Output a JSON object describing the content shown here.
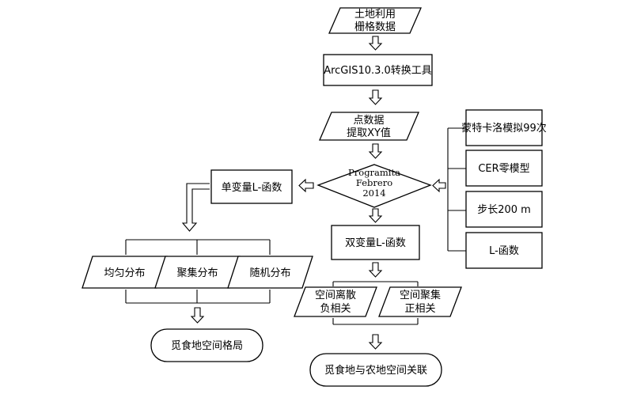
{
  "nodes": {
    "input_data": [
      "土地利用",
      "栅格数据"
    ],
    "tool": "ArcGIS10.3.0转换工具",
    "point_data": [
      "点数据",
      "提取XY值"
    ],
    "program": [
      "Programita",
      "Febrero",
      "2014"
    ],
    "univariate": "单变量L-函数",
    "bivariate": "双变量L-函数",
    "params": [
      "蒙特卡洛模拟99次",
      "CER零模型",
      "步长200 m",
      "L-函数"
    ],
    "dist_uniform": "均匀分布",
    "dist_cluster": "聚集分布",
    "dist_random": "随机分布",
    "neg_corr": [
      "空间离散",
      "负相关"
    ],
    "pos_corr": [
      "空间聚集",
      "正相关"
    ],
    "result_left": "觅食地空间格局",
    "result_right": "觅食地与农地空间关联"
  }
}
